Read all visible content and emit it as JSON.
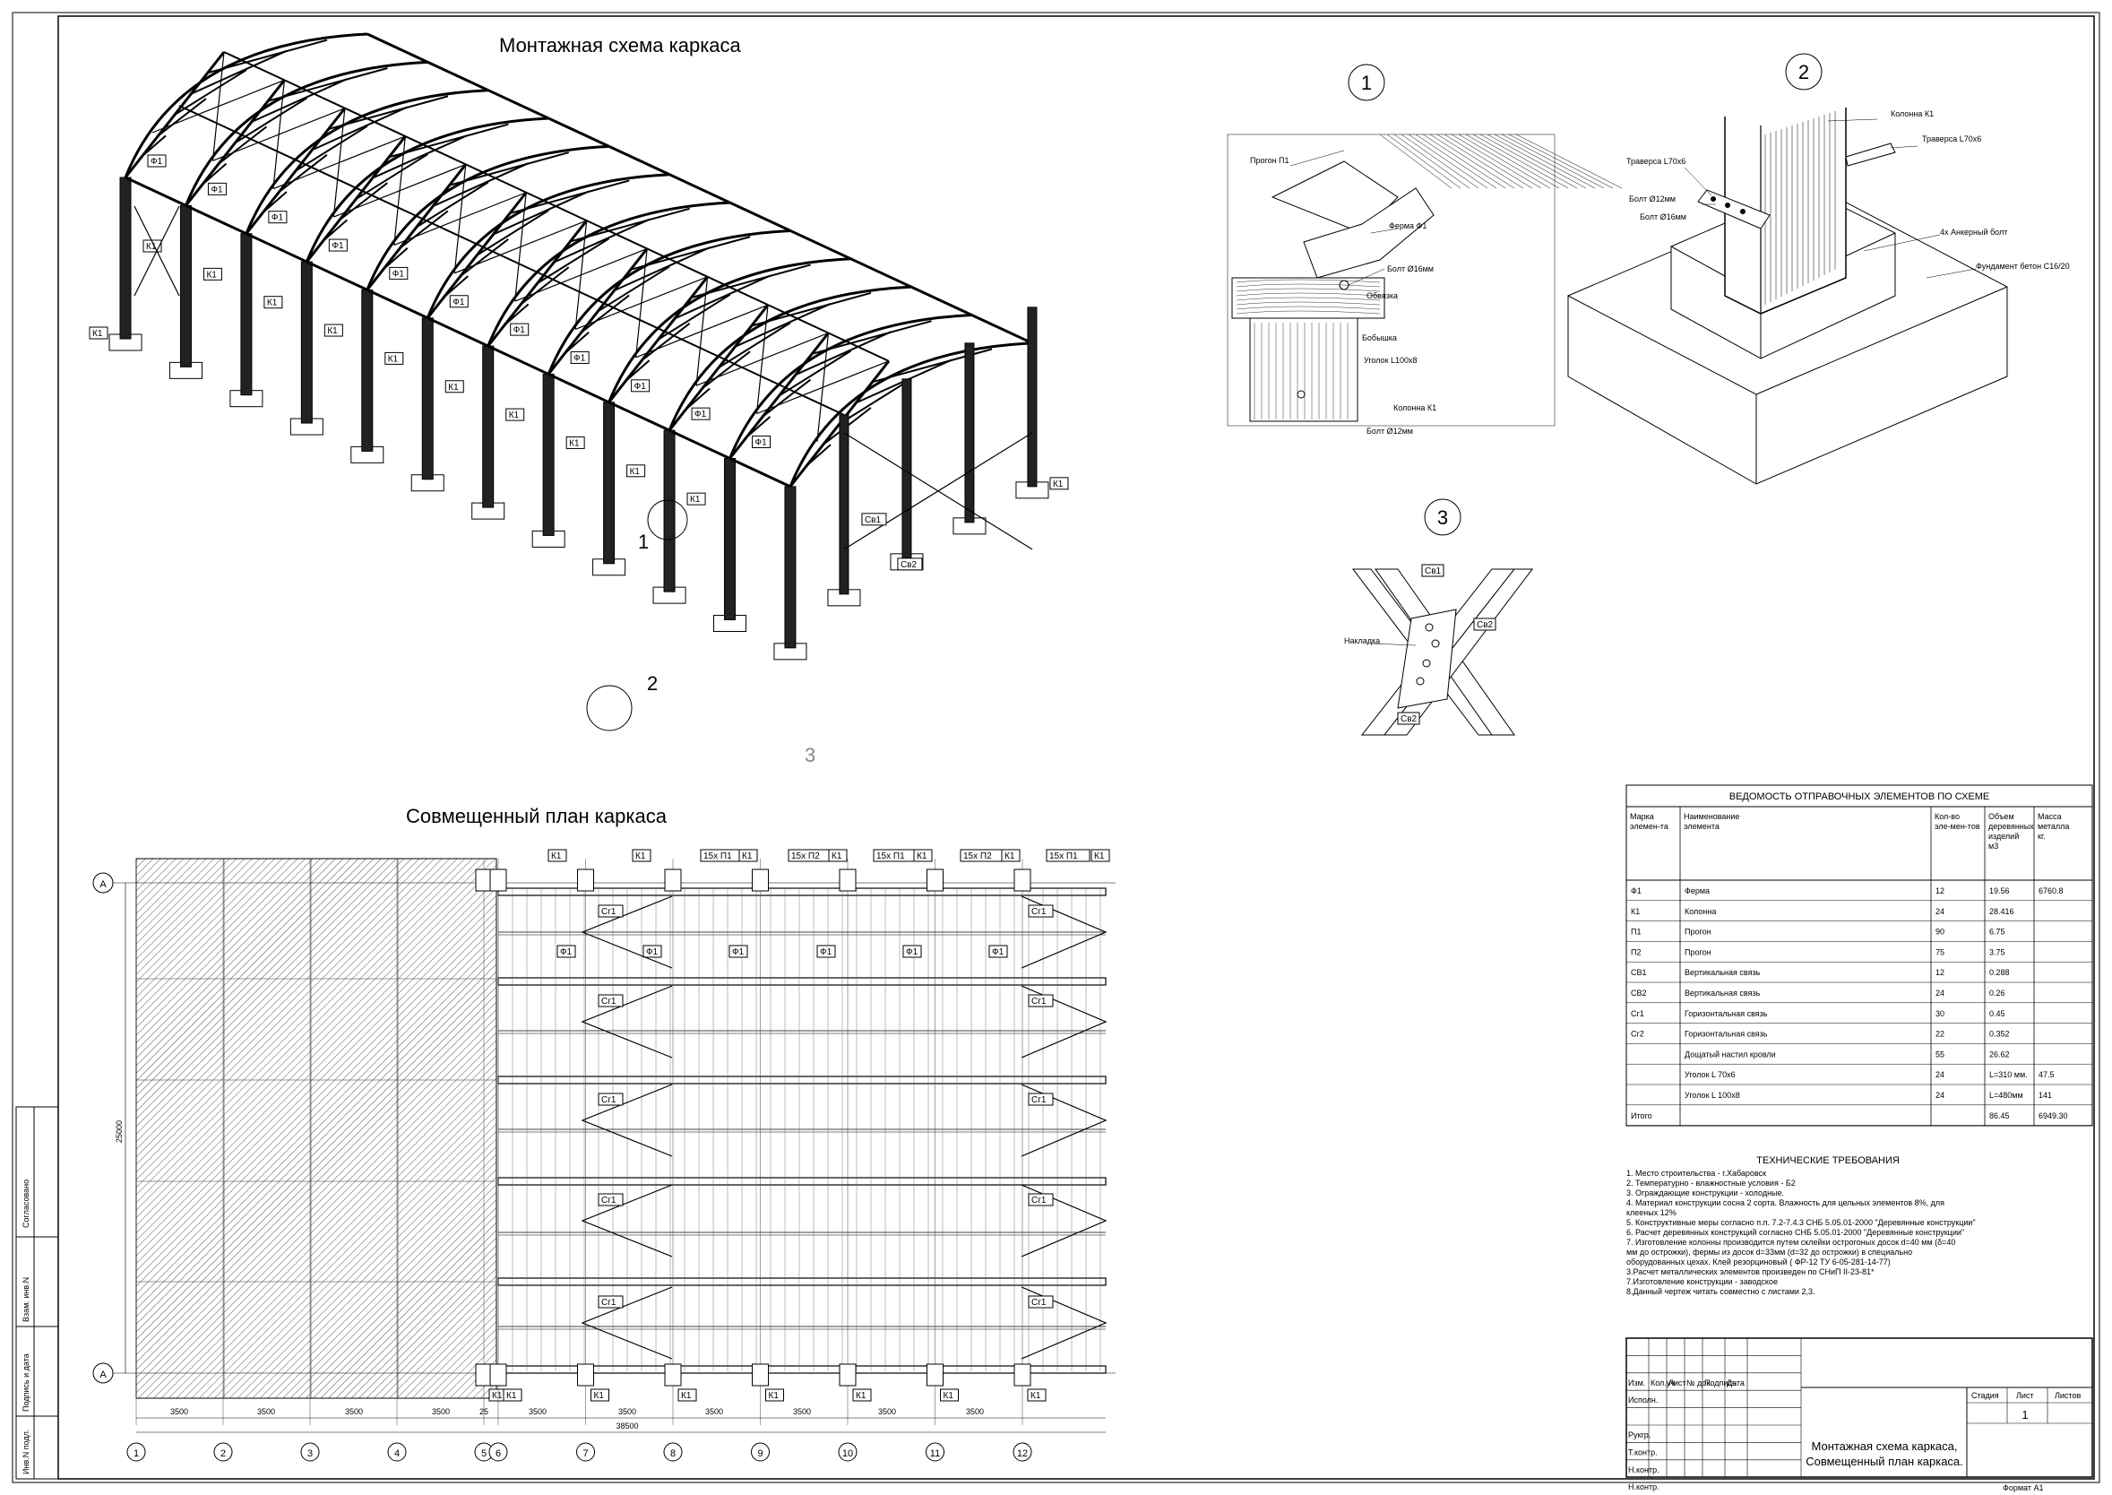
{
  "titles": {
    "scheme": "Монтажная схема каркаса",
    "plan": "Совмещенный план каркаса"
  },
  "details": {
    "d1": {
      "num": "1",
      "labels": [
        "Прогон П1",
        "Ферма Ф1",
        "Болт Ø16мм",
        "Обвязка",
        "Бобышка",
        "Уголок L100х8",
        "Колонна К1",
        "Болт Ø12мм"
      ]
    },
    "d2": {
      "num": "2",
      "labels": [
        "Колонна К1",
        "Траверса L70х6",
        "Траверса L70х6",
        "Болт Ø12мм",
        "Болт Ø16мм",
        "4х Анкерный болт",
        "Фундамент бетон С16/20"
      ]
    },
    "d3": {
      "num": "3",
      "labels": [
        "Св1",
        "Св2",
        "Накладка",
        "Св2"
      ]
    }
  },
  "scheme_labels": {
    "f": "Ф1",
    "k": "К1",
    "sv1": "Св1",
    "sv2": "Св2",
    "callout1": "1",
    "callout2": "2",
    "callout3": "3"
  },
  "plan": {
    "axis_letter": "А",
    "axes": [
      "1",
      "2",
      "3",
      "4",
      "5",
      "6",
      "7",
      "8",
      "9",
      "10",
      "11",
      "12"
    ],
    "dims": [
      "3500",
      "3500",
      "3500",
      "3500",
      "25",
      "3500",
      "3500",
      "3500",
      "3500",
      "3500",
      "3500"
    ],
    "total": "38500",
    "height_dim": "25000",
    "top_tags": [
      "К1",
      "К1",
      "15х П1",
      "К1",
      "15х П2",
      "К1",
      "15х П1",
      "К1",
      "15х П2",
      "К1",
      "15х П1",
      "К1"
    ],
    "bottom_tag": "К1",
    "f_tag": "Ф1",
    "sg_tag": "Сг1"
  },
  "table": {
    "title": "ВЕДОМОСТЬ ОТПРАВОЧНЫХ ЭЛЕМЕНТОВ ПО СХЕМЕ",
    "headers": [
      "Марка элемен-та",
      "Наименование элемента",
      "Кол-во эле-мен-тов",
      "Объем деревянных изделий м3",
      "Масса металла кг."
    ],
    "rows": [
      [
        "Ф1",
        "Ферма",
        "12",
        "19.56",
        "6760.8"
      ],
      [
        "К1",
        "Колонна",
        "24",
        "28.416",
        ""
      ],
      [
        "П1",
        "Прогон",
        "90",
        "6.75",
        ""
      ],
      [
        "П2",
        "Прогон",
        "75",
        "3.75",
        ""
      ],
      [
        "СВ1",
        "Вертикальная связь",
        "12",
        "0.288",
        ""
      ],
      [
        "СВ2",
        "Вертикальная связь",
        "24",
        "0.26",
        ""
      ],
      [
        "Сг1",
        "Горизонтальная связь",
        "30",
        "0.45",
        ""
      ],
      [
        "Сг2",
        "Горизонтальная связь",
        "22",
        "0.352",
        ""
      ],
      [
        "",
        "Дощатый настил кровли",
        "55",
        "26.62",
        ""
      ],
      [
        "",
        "Уголок L 70х6",
        "24",
        "L=310 мм.",
        "47.5"
      ],
      [
        "",
        "Уголок L 100х8",
        "24",
        "L=480мм",
        "141"
      ],
      [
        "Итого",
        "",
        "",
        "86.45",
        "6949.30"
      ]
    ]
  },
  "requirements": {
    "title": "ТЕХНИЧЕСКИЕ ТРЕБОВАНИЯ",
    "lines": [
      "1. Место строительства - г.Хабаровск",
      "2. Температурно - влажностные условия - Б2",
      "3. Ограждающие конструкции - холодные.",
      "4. Материал конструкции сосна 2 сорта. Влажность для цельных элементов 8%, для",
      "клееных 12%",
      "5. Конструктивные меры согласно п.п. 7.2-7.4.3 СНБ 5.05.01-2000 \"Деревянные конструкции\"",
      "6. Расчет деревянных конструкций согласно СНБ 5.05.01-2000 \"Деревянные конструкции\"",
      "7. Изготовление колонны производится путем склейки острогоных досок d=40 мм (δ=40",
      "мм до острожки), фермы из досок d=33мм (d=32 до острожки) в специально",
      "оборудованных цехах. Клей резорциновый ( ФР-12 ТУ 6-05-281-14-77)",
      "3.Расчет металлических элементов произведен по СНиП II-23-81*",
      "7.Изготовление конструкции - заводское",
      "8.Данный чертеж читать совместно с листами 2,3."
    ]
  },
  "stamp": {
    "cols": [
      "Изм.",
      "Кол.уч",
      "Лист",
      "№ док.",
      "Подпись",
      "Дата"
    ],
    "roles": [
      "Исполн.",
      "",
      "Рукгр.",
      "Т.контр.",
      "Н.контр.",
      "Н.контр."
    ],
    "stage": "Стадия",
    "sheet": "Лист",
    "sheets": "Листов",
    "sheet_no": "1",
    "title_line1": "Монтажная схема каркаса,",
    "title_line2": "Совмещенный план каркаса.",
    "format": "Формат А1"
  },
  "side_stamp": [
    "Инв.N подл.",
    "Подпись и дата",
    "Взам. инв.N",
    "Согласовано"
  ]
}
